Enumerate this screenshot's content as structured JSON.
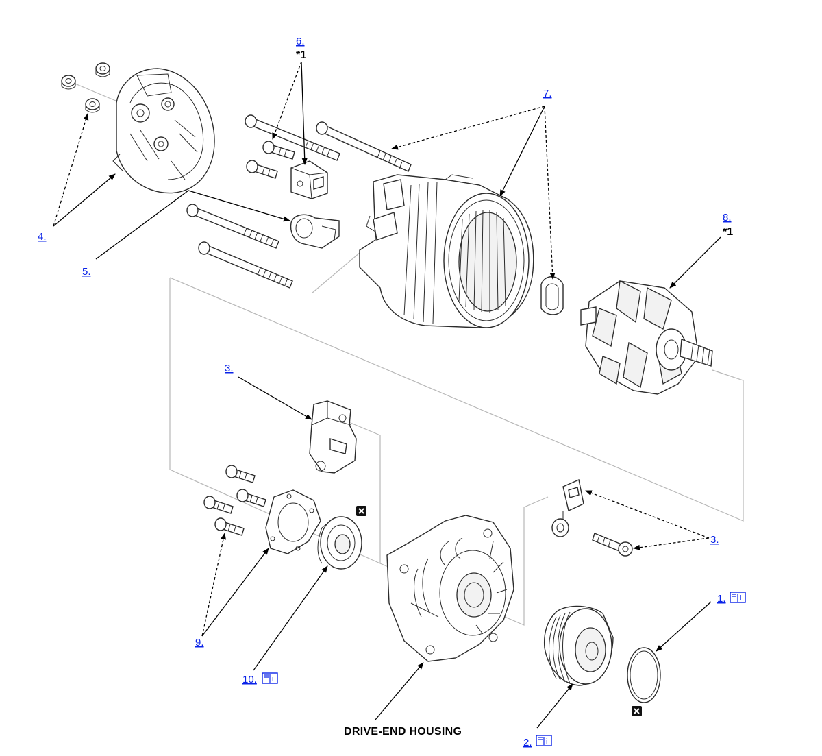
{
  "callouts": {
    "c1": {
      "label": "1.",
      "info_icon": true
    },
    "c2": {
      "label": "2.",
      "info_icon": true
    },
    "c3a": {
      "label": "3."
    },
    "c3b": {
      "label": "3."
    },
    "c4": {
      "label": "4."
    },
    "c5": {
      "label": "5."
    },
    "c6": {
      "label": "6.",
      "note": "*1"
    },
    "c7": {
      "label": "7."
    },
    "c8": {
      "label": "8.",
      "note": "*1"
    },
    "c9": {
      "label": "9."
    },
    "c10": {
      "label": "10.",
      "info_icon": true
    }
  },
  "drive_end_label": "DRIVE-END HOUSING",
  "replace_icon": "replace-part-icon",
  "info_icon": "service-info-book-icon",
  "colors": {
    "link": "#0a23e8",
    "line": "#000000",
    "guide": "#b8b8b8"
  }
}
